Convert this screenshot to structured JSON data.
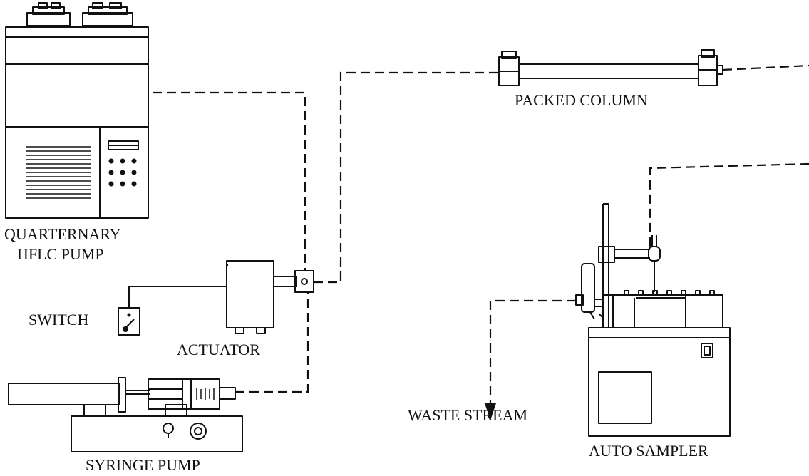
{
  "labels": {
    "hplc_pump_line1": "QUARTERNARY",
    "hplc_pump_line2": "HFLC PUMP",
    "switch": "SWITCH",
    "actuator": "ACTUATOR",
    "syringe_pump": "SYRINGE PUMP",
    "packed_column": "PACKED COLUMN",
    "waste_stream": "WASTE STREAM",
    "auto_sampler": "AUTO SAMPLER"
  },
  "colors": {
    "line": "#111111",
    "background": "#ffffff"
  }
}
